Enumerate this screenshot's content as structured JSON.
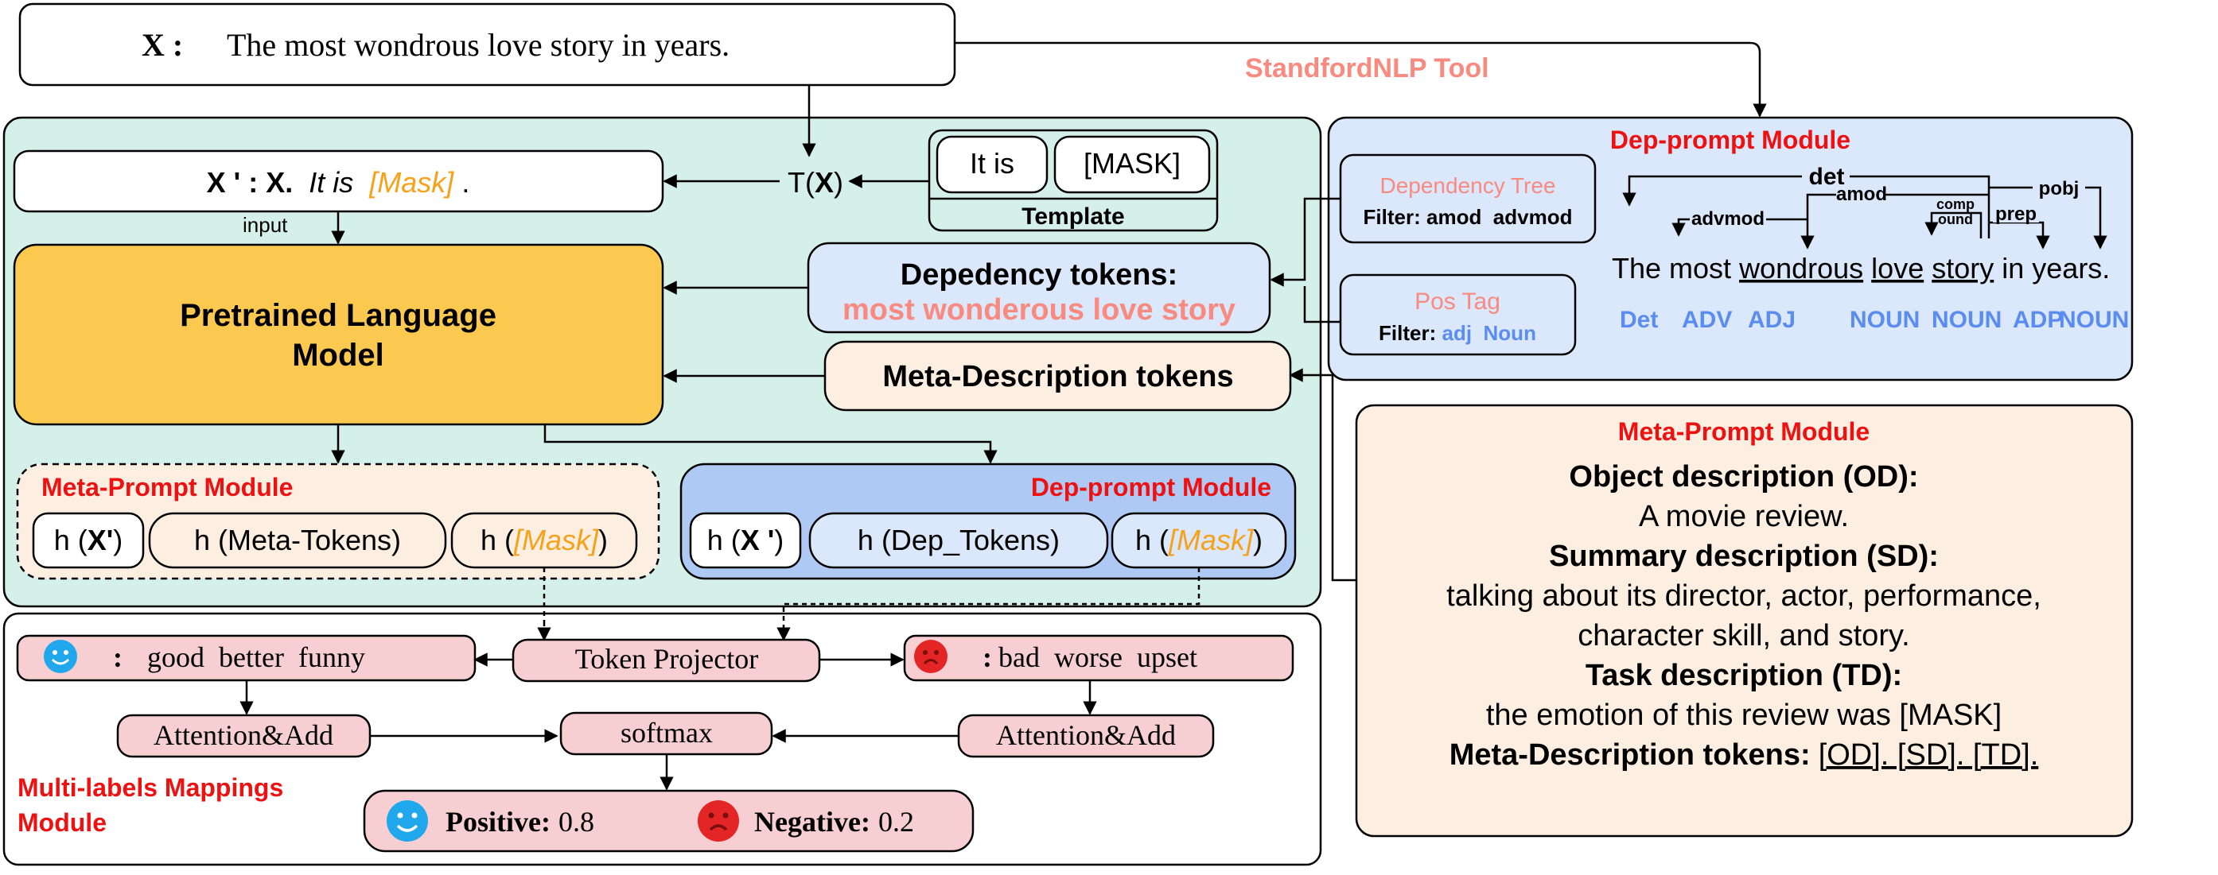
{
  "input": {
    "x_label": "X :",
    "sentence": "The most wondrous love story in years."
  },
  "tool_label": "StandfordNLP Tool",
  "left": {
    "xprime": {
      "x": "X ' : X.",
      "it_is": "It is",
      "mask": "[Mask]",
      "end": "."
    },
    "input_label": "input",
    "template": {
      "it_is": "It is",
      "mask": "[MASK]",
      "label": "Template"
    },
    "tx": {
      "t": "T(",
      "x": "X",
      "close": ")"
    },
    "plm": {
      "line1": "Pretrained Language",
      "line2": "Model"
    },
    "dep_tokens": {
      "title": "Depedency tokens:",
      "value": "most wonderous love story"
    },
    "meta_tokens": "Meta-Description tokens",
    "meta_module": {
      "title": "Meta-Prompt Module",
      "h_x": {
        "pre": "h (",
        "x": "X'",
        "post": ")"
      },
      "h_meta": "h (Meta-Tokens)",
      "h_mask": {
        "pre": "h (",
        "mask": "[Mask]",
        "post": ")"
      }
    },
    "dep_module": {
      "title": "Dep-prompt Module",
      "h_x": {
        "pre": "h (",
        "x": "X '",
        "post": ")"
      },
      "h_dep": "h (Dep_Tokens)",
      "h_mask": {
        "pre": "h (",
        "mask": "[Mask]",
        "post": ")"
      }
    }
  },
  "mapping": {
    "positive_words": {
      "colon": ":",
      "words": "good  better  funny"
    },
    "token_projector": "Token Projector",
    "negative_words": {
      "colon": ":",
      "words": "bad  worse  upset"
    },
    "attention_left": "Attention&Add",
    "softmax": "softmax",
    "attention_right": "Attention&Add",
    "module_title_1": "Multi-labels Mappings",
    "module_title_2": "Module",
    "result": {
      "pos_label": "Positive:",
      "pos_value": "0.8",
      "neg_label": "Negative:",
      "neg_value": "0.2"
    }
  },
  "dep_panel": {
    "title": "Dep-prompt Module",
    "dep_tree": {
      "title": "Dependency Tree",
      "filter_label": "Filter:",
      "filter_value": "amod  advmod"
    },
    "pos_tag": {
      "title": "Pos Tag",
      "filter_label": "Filter:",
      "filter_value": "adj  Noun"
    },
    "relations": {
      "det": "det",
      "amod": "amod",
      "pobj": "pobj",
      "advmod": "advmod",
      "comp1": "comp",
      "comp2": "ound",
      "prep": "prep"
    },
    "sentence": {
      "w1": "The most ",
      "w2": "wondrous",
      "w3": " ",
      "w4": "love",
      "w5": " ",
      "w6": "story",
      "w7": " in years."
    },
    "tags": [
      "Det",
      "ADV",
      "ADJ",
      "NOUN",
      "NOUN",
      "ADP",
      "NOUN"
    ]
  },
  "meta_panel": {
    "title": "Meta-Prompt Module",
    "od_title": "Object description (OD):",
    "od_text": "A movie review.",
    "sd_title": "Summary description (SD):",
    "sd_line1": "talking about its director, actor, performance,",
    "sd_line2": "character skill, and story.",
    "td_title": "Task description (TD):",
    "td_text": "the emotion of this review was [MASK]",
    "mdt_label": "Meta-Description tokens:",
    "mdt_value": "[OD]. [SD]. [TD]."
  },
  "colors": {
    "teal_panel": "#d4f0e8",
    "plm_orange": "#fbc94f",
    "light_blue": "#dbe7fb",
    "dep_blue": "#aec9f3",
    "peach": "#fdeee2",
    "pink": "#f7cfd2",
    "red_title": "#ee1111",
    "salmon": "#f88a80",
    "orange_mask": "#f6a11a",
    "blue_tag": "#5b8cef",
    "smiley_blue": "#21a8ec",
    "sad_red": "#e42525"
  },
  "icons": [
    "smile-icon",
    "sad-icon"
  ]
}
